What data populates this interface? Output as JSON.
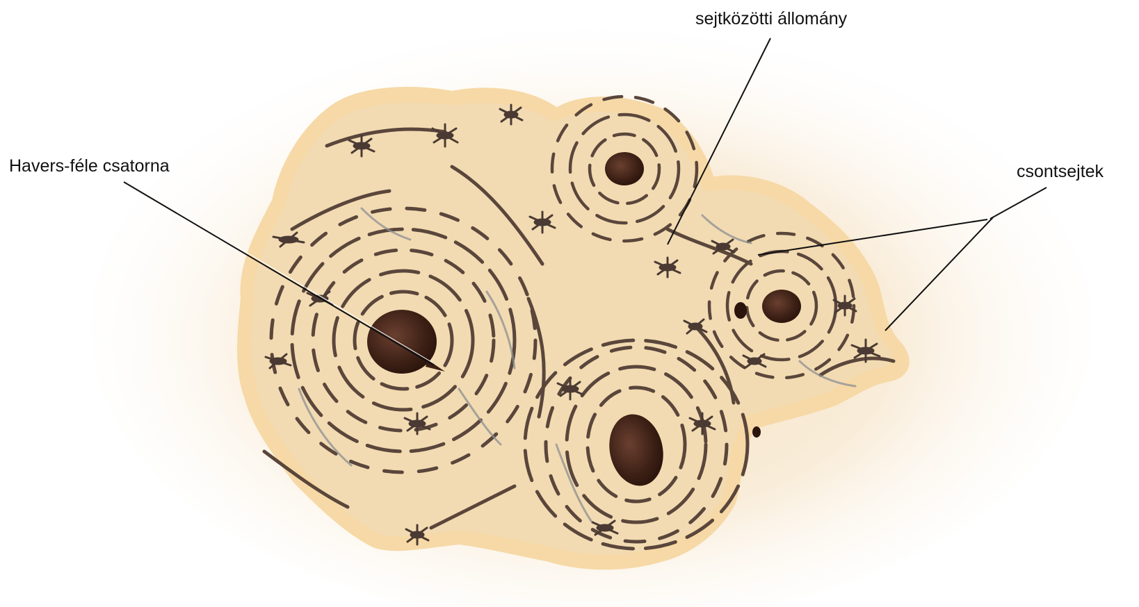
{
  "labels": {
    "intercellular_matrix": "sejtközötti állomány",
    "haversian_canal": "Havers-féle csatorna",
    "bone_cells": "csontsejtek"
  },
  "colors": {
    "background": "#ffffff",
    "glow": "#f6e2c4",
    "bone_fill": "#f2dbb2",
    "bone_rim": "#f6d9a6",
    "lacuna": "#4a3a33",
    "canal": "#3b1f14",
    "canal_highlight": "#6a4030",
    "grey_streak": "#8c8f91",
    "leader_line": "#111111"
  }
}
